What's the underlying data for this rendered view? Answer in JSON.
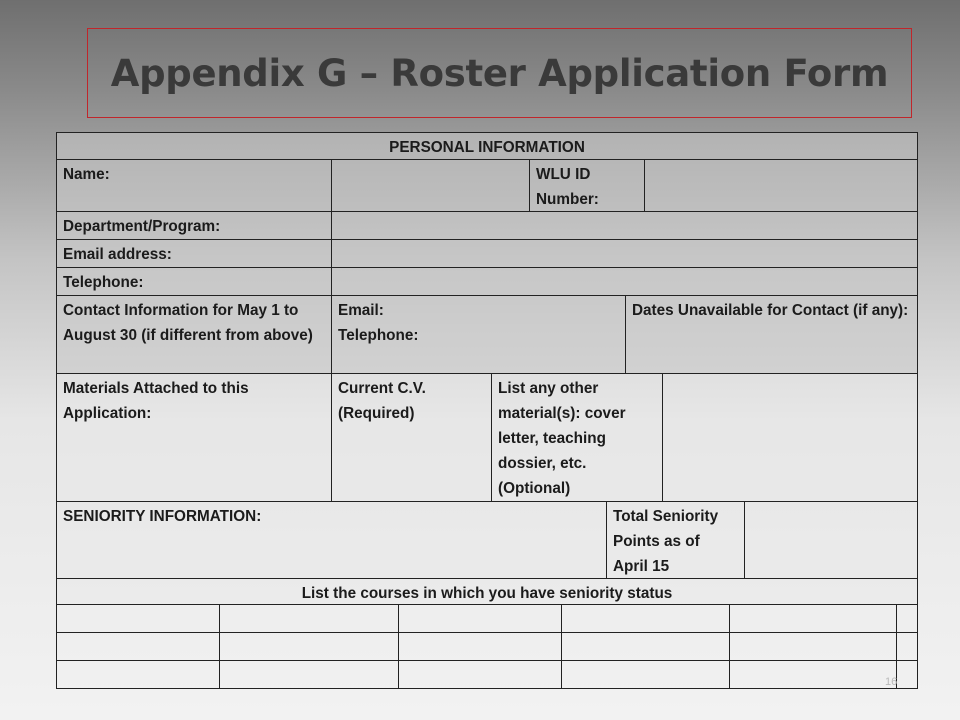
{
  "slide": {
    "title": "Appendix G – Roster Application Form",
    "page_number": "16"
  },
  "form": {
    "personal_header": "PERSONAL INFORMATION",
    "name_label": "Name:",
    "wlu_id_label": "WLU ID Number:",
    "department_label": "Department/Program:",
    "email_label": "Email address:",
    "telephone_label": "Telephone:",
    "contact_label": "Contact Information for  May 1 to August 30 (if different from above)",
    "contact_email_label": "Email:",
    "contact_telephone_label": "Telephone:",
    "dates_unavailable_label": "Dates Unavailable for Contact (if any):",
    "materials_label": "Materials Attached to this Application:",
    "cv_label": "Current C.V. (Required)",
    "other_materials_label": "List any other material(s): cover letter, teaching dossier, etc. (Optional)",
    "seniority_label": "SENIORITY INFORMATION:",
    "total_seniority_label": "Total Seniority Points as of April 15",
    "courses_header": "List the courses in which you have seniority status"
  }
}
